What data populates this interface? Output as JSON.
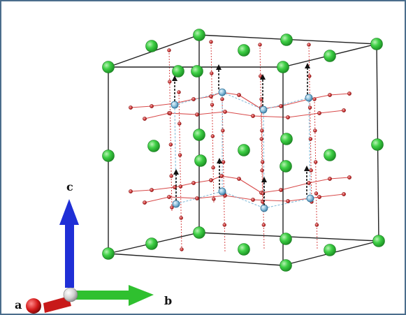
{
  "figure": {
    "description_free": true,
    "axes": {
      "a": "a",
      "b": "b",
      "c": "c"
    },
    "colors": {
      "frame": "#4a6d8c",
      "cell_edge": "#222222",
      "green_atom": "#36c43d",
      "blue_atom": "#6fa8c9",
      "red_atom": "#c8323a",
      "bond_red": "#d84a4a",
      "bond_blue": "#88bedb",
      "arrow": "#111111",
      "axis_c": "#1f2fd6",
      "axis_b": "#2fc02f",
      "axis_a": "#d01818",
      "axis_origin": "#cfcfcf"
    }
  }
}
